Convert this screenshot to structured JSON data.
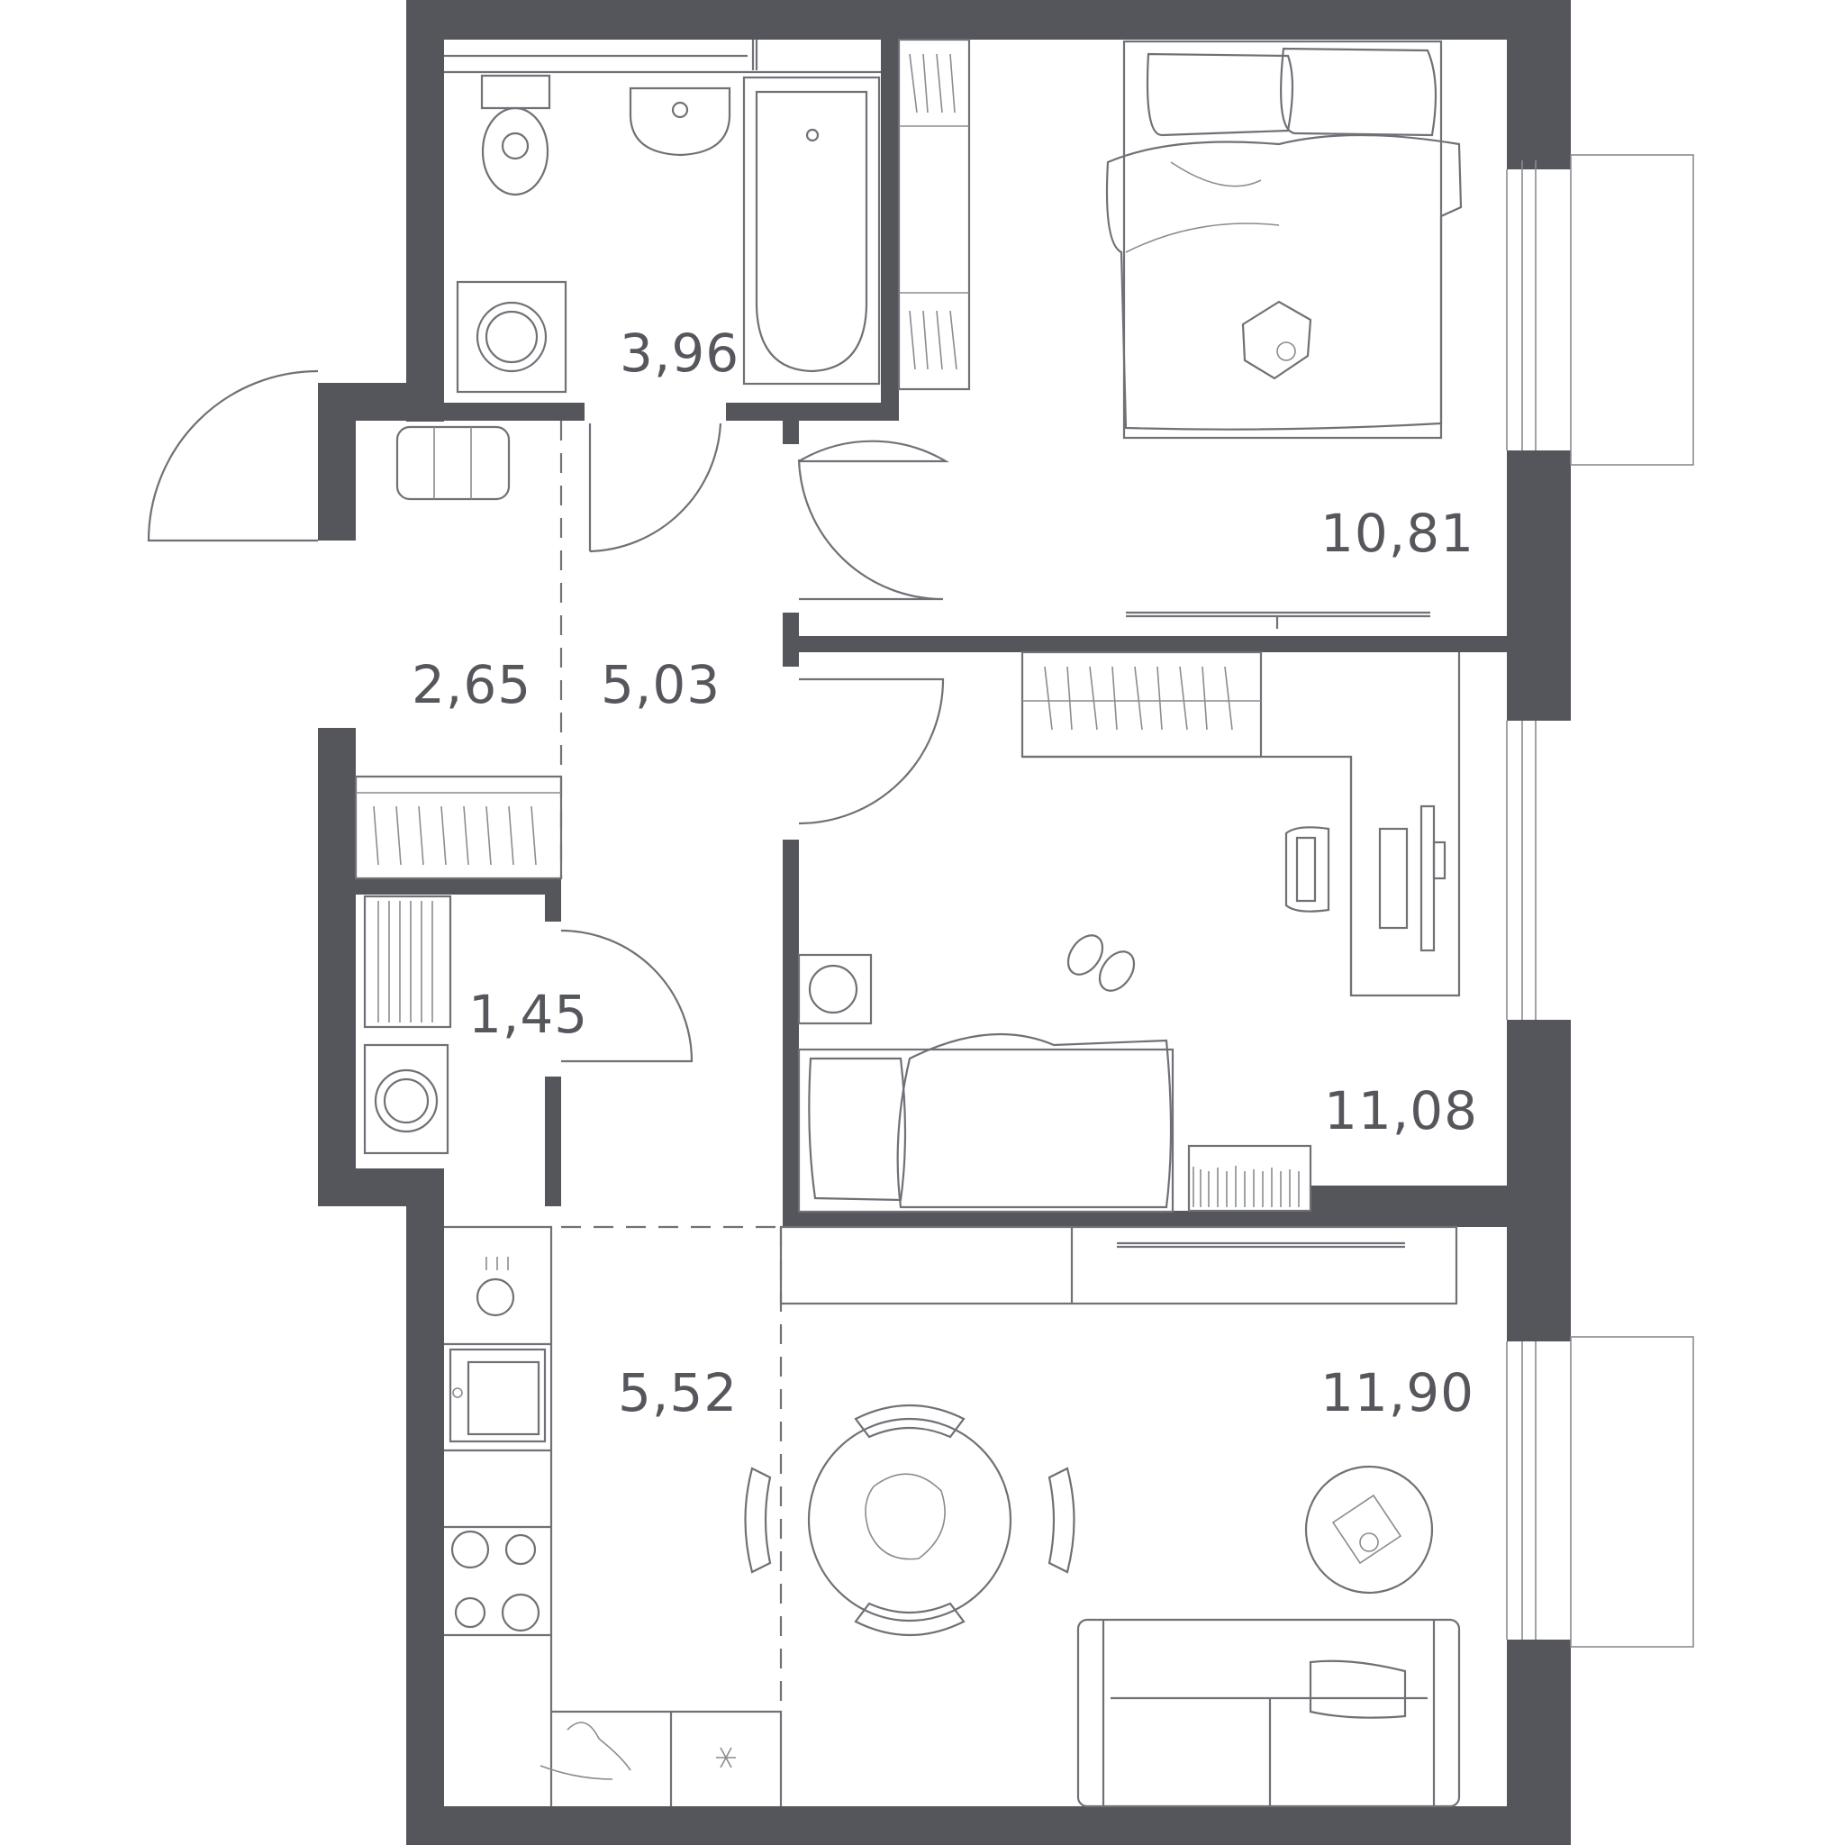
{
  "colors": {
    "wall": "#54565b",
    "line": "#6f7176",
    "background": "#ffffff"
  },
  "rooms": [
    {
      "id": "bathroom",
      "area": "3,96"
    },
    {
      "id": "bedroom",
      "area": "10,81"
    },
    {
      "id": "vestibule",
      "area": "2,65"
    },
    {
      "id": "hall",
      "area": "5,03"
    },
    {
      "id": "storage",
      "area": "1,45"
    },
    {
      "id": "kids-room",
      "area": "11,08"
    },
    {
      "id": "kitchen",
      "area": "5,52"
    },
    {
      "id": "living-room",
      "area": "11,90"
    }
  ],
  "icons": [
    "toilet-icon",
    "sink-icon",
    "bathtub-icon",
    "washing-machine-icon",
    "bed-icon",
    "wardrobe-icon",
    "desk-icon",
    "chair-icon",
    "dishwasher-icon",
    "kitchen-sink-icon",
    "stove-icon",
    "dining-table-icon",
    "sofa-icon",
    "coffee-table-icon",
    "tv-icon"
  ]
}
